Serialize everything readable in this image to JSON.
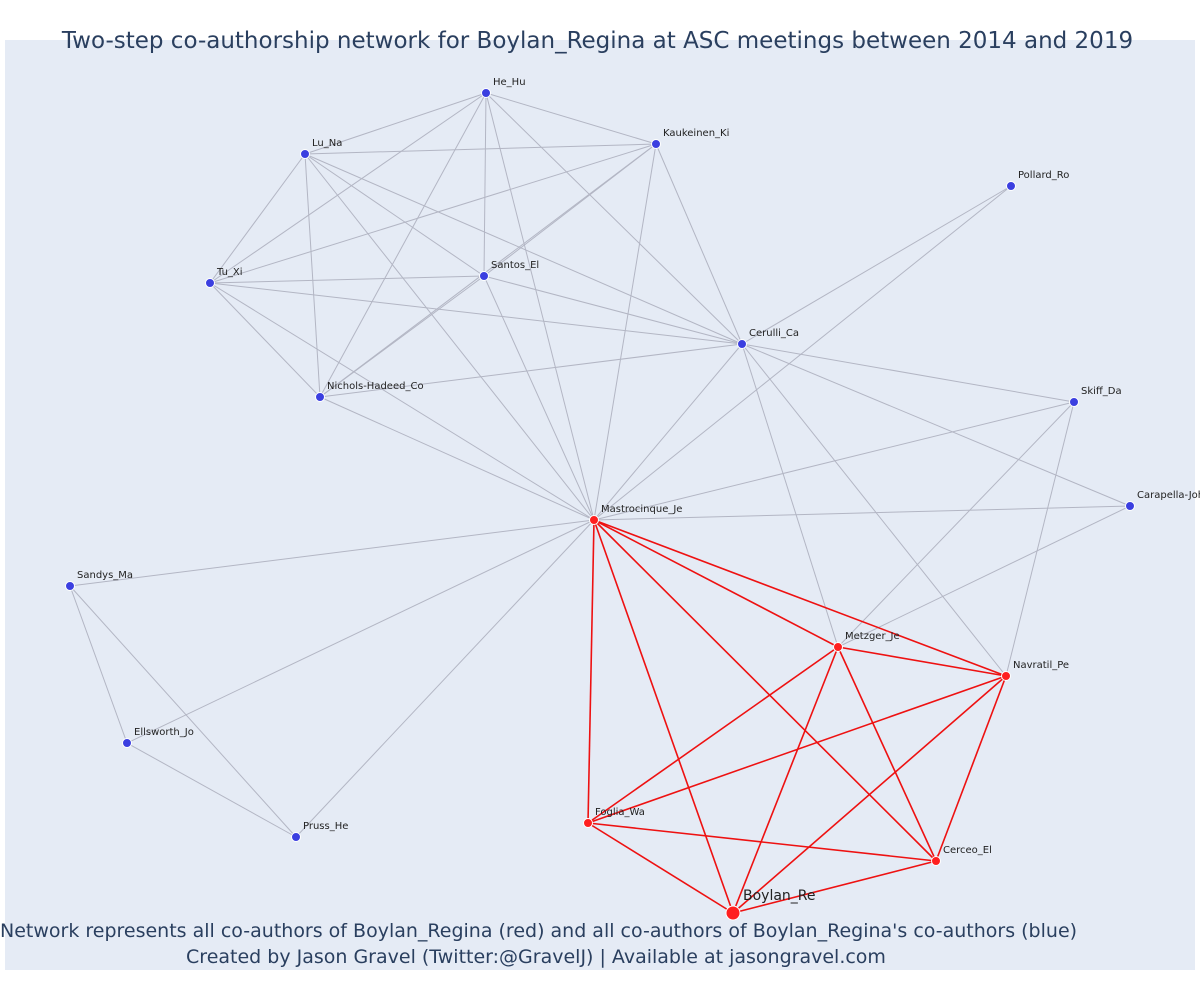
{
  "title": "Two-step co-authorship network for Boylan_Regina at ASC meetings between 2014 and 2019",
  "caption": {
    "line1": "Network represents all co-authors of Boylan_Regina (red) and all co-authors of Boylan_Regina's co-authors (blue)",
    "line2": "Created by Jason Gravel (Twitter:@GravelJ) | Available at jasongravel.com"
  },
  "colors": {
    "background": "#e5ebf5",
    "title_text": "#2a3f5f",
    "direct_node": "#ff1f1f",
    "indirect_node": "#3b3fe0",
    "direct_edge": "#ee1111",
    "indirect_edge": "#b3b6c4"
  },
  "nodes": [
    {
      "id": "Boylan_Re",
      "label": "Boylan_Re",
      "group": "focal"
    },
    {
      "id": "Mastrocinque_Je",
      "label": "Mastrocinque_Je",
      "group": "direct"
    },
    {
      "id": "Metzger_Je",
      "label": "Metzger_Je",
      "group": "direct"
    },
    {
      "id": "Navratil_Pe",
      "label": "Navratil_Pe",
      "group": "direct"
    },
    {
      "id": "Foglia_Wa",
      "label": "Foglia_Wa",
      "group": "direct"
    },
    {
      "id": "Cerceo_El",
      "label": "Cerceo_El",
      "group": "direct"
    },
    {
      "id": "He_Hu",
      "label": "He_Hu",
      "group": "indirect"
    },
    {
      "id": "Lu_Na",
      "label": "Lu_Na",
      "group": "indirect"
    },
    {
      "id": "Kaukeinen_Ki",
      "label": "Kaukeinen_Ki",
      "group": "indirect"
    },
    {
      "id": "Pollard_Ro",
      "label": "Pollard_Ro",
      "group": "indirect"
    },
    {
      "id": "Tu_Xi",
      "label": "Tu_Xi",
      "group": "indirect"
    },
    {
      "id": "Santos_El",
      "label": "Santos_El",
      "group": "indirect"
    },
    {
      "id": "Cerulli_Ca",
      "label": "Cerulli_Ca",
      "group": "indirect"
    },
    {
      "id": "Nichols-Hadeed_Co",
      "label": "Nichols-Hadeed_Co",
      "group": "indirect"
    },
    {
      "id": "Skiff_Da",
      "label": "Skiff_Da",
      "group": "indirect"
    },
    {
      "id": "Carapella-Joh",
      "label": "Carapella-Joh",
      "group": "indirect"
    },
    {
      "id": "Sandys_Ma",
      "label": "Sandys_Ma",
      "group": "indirect"
    },
    {
      "id": "Ellsworth_Jo",
      "label": "Ellsworth_Jo",
      "group": "indirect"
    },
    {
      "id": "Pruss_He",
      "label": "Pruss_He",
      "group": "indirect"
    }
  ],
  "edges": [
    [
      "Boylan_Re",
      "Mastrocinque_Je",
      "direct"
    ],
    [
      "Boylan_Re",
      "Metzger_Je",
      "direct"
    ],
    [
      "Boylan_Re",
      "Navratil_Pe",
      "direct"
    ],
    [
      "Boylan_Re",
      "Foglia_Wa",
      "direct"
    ],
    [
      "Boylan_Re",
      "Cerceo_El",
      "direct"
    ],
    [
      "Mastrocinque_Je",
      "Metzger_Je",
      "direct"
    ],
    [
      "Mastrocinque_Je",
      "Navratil_Pe",
      "direct"
    ],
    [
      "Mastrocinque_Je",
      "Foglia_Wa",
      "direct"
    ],
    [
      "Mastrocinque_Je",
      "Cerceo_El",
      "direct"
    ],
    [
      "Metzger_Je",
      "Navratil_Pe",
      "direct"
    ],
    [
      "Metzger_Je",
      "Foglia_Wa",
      "direct"
    ],
    [
      "Metzger_Je",
      "Cerceo_El",
      "direct"
    ],
    [
      "Navratil_Pe",
      "Foglia_Wa",
      "direct"
    ],
    [
      "Navratil_Pe",
      "Cerceo_El",
      "direct"
    ],
    [
      "Foglia_Wa",
      "Cerceo_El",
      "direct"
    ],
    [
      "He_Hu",
      "Lu_Na",
      "indirect"
    ],
    [
      "He_Hu",
      "Kaukeinen_Ki",
      "indirect"
    ],
    [
      "He_Hu",
      "Tu_Xi",
      "indirect"
    ],
    [
      "He_Hu",
      "Santos_El",
      "indirect"
    ],
    [
      "He_Hu",
      "Cerulli_Ca",
      "indirect"
    ],
    [
      "He_Hu",
      "Nichols-Hadeed_Co",
      "indirect"
    ],
    [
      "He_Hu",
      "Mastrocinque_Je",
      "indirect"
    ],
    [
      "Lu_Na",
      "Kaukeinen_Ki",
      "indirect"
    ],
    [
      "Lu_Na",
      "Tu_Xi",
      "indirect"
    ],
    [
      "Lu_Na",
      "Santos_El",
      "indirect"
    ],
    [
      "Lu_Na",
      "Cerulli_Ca",
      "indirect"
    ],
    [
      "Lu_Na",
      "Nichols-Hadeed_Co",
      "indirect"
    ],
    [
      "Lu_Na",
      "Mastrocinque_Je",
      "indirect"
    ],
    [
      "Kaukeinen_Ki",
      "Tu_Xi",
      "indirect"
    ],
    [
      "Kaukeinen_Ki",
      "Santos_El",
      "indirect"
    ],
    [
      "Kaukeinen_Ki",
      "Cerulli_Ca",
      "indirect"
    ],
    [
      "Kaukeinen_Ki",
      "Nichols-Hadeed_Co",
      "indirect"
    ],
    [
      "Kaukeinen_Ki",
      "Mastrocinque_Je",
      "indirect"
    ],
    [
      "Tu_Xi",
      "Santos_El",
      "indirect"
    ],
    [
      "Tu_Xi",
      "Cerulli_Ca",
      "indirect"
    ],
    [
      "Tu_Xi",
      "Nichols-Hadeed_Co",
      "indirect"
    ],
    [
      "Santos_El",
      "Cerulli_Ca",
      "indirect"
    ],
    [
      "Santos_El",
      "Nichols-Hadeed_Co",
      "indirect"
    ],
    [
      "Santos_El",
      "Mastrocinque_Je",
      "indirect"
    ],
    [
      "Nichols-Hadeed_Co",
      "Cerulli_Ca",
      "indirect"
    ],
    [
      "Nichols-Hadeed_Co",
      "Mastrocinque_Je",
      "indirect"
    ],
    [
      "Tu_Xi",
      "Mastrocinque_Je",
      "indirect"
    ],
    [
      "Cerulli_Ca",
      "Pollard_Ro",
      "indirect"
    ],
    [
      "Cerulli_Ca",
      "Skiff_Da",
      "indirect"
    ],
    [
      "Cerulli_Ca",
      "Carapella-Joh",
      "indirect"
    ],
    [
      "Cerulli_Ca",
      "Metzger_Je",
      "indirect"
    ],
    [
      "Cerulli_Ca",
      "Navratil_Pe",
      "indirect"
    ],
    [
      "Cerulli_Ca",
      "Mastrocinque_Je",
      "indirect"
    ],
    [
      "Pollard_Ro",
      "Mastrocinque_Je",
      "indirect"
    ],
    [
      "Skiff_Da",
      "Mastrocinque_Je",
      "indirect"
    ],
    [
      "Skiff_Da",
      "Metzger_Je",
      "indirect"
    ],
    [
      "Skiff_Da",
      "Navratil_Pe",
      "indirect"
    ],
    [
      "Carapella-Joh",
      "Mastrocinque_Je",
      "indirect"
    ],
    [
      "Carapella-Joh",
      "Metzger_Je",
      "indirect"
    ],
    [
      "Sandys_Ma",
      "Mastrocinque_Je",
      "indirect"
    ],
    [
      "Sandys_Ma",
      "Ellsworth_Jo",
      "indirect"
    ],
    [
      "Sandys_Ma",
      "Pruss_He",
      "indirect"
    ],
    [
      "Ellsworth_Jo",
      "Pruss_He",
      "indirect"
    ],
    [
      "Ellsworth_Jo",
      "Mastrocinque_Je",
      "indirect"
    ],
    [
      "Pruss_He",
      "Mastrocinque_Je",
      "indirect"
    ]
  ]
}
